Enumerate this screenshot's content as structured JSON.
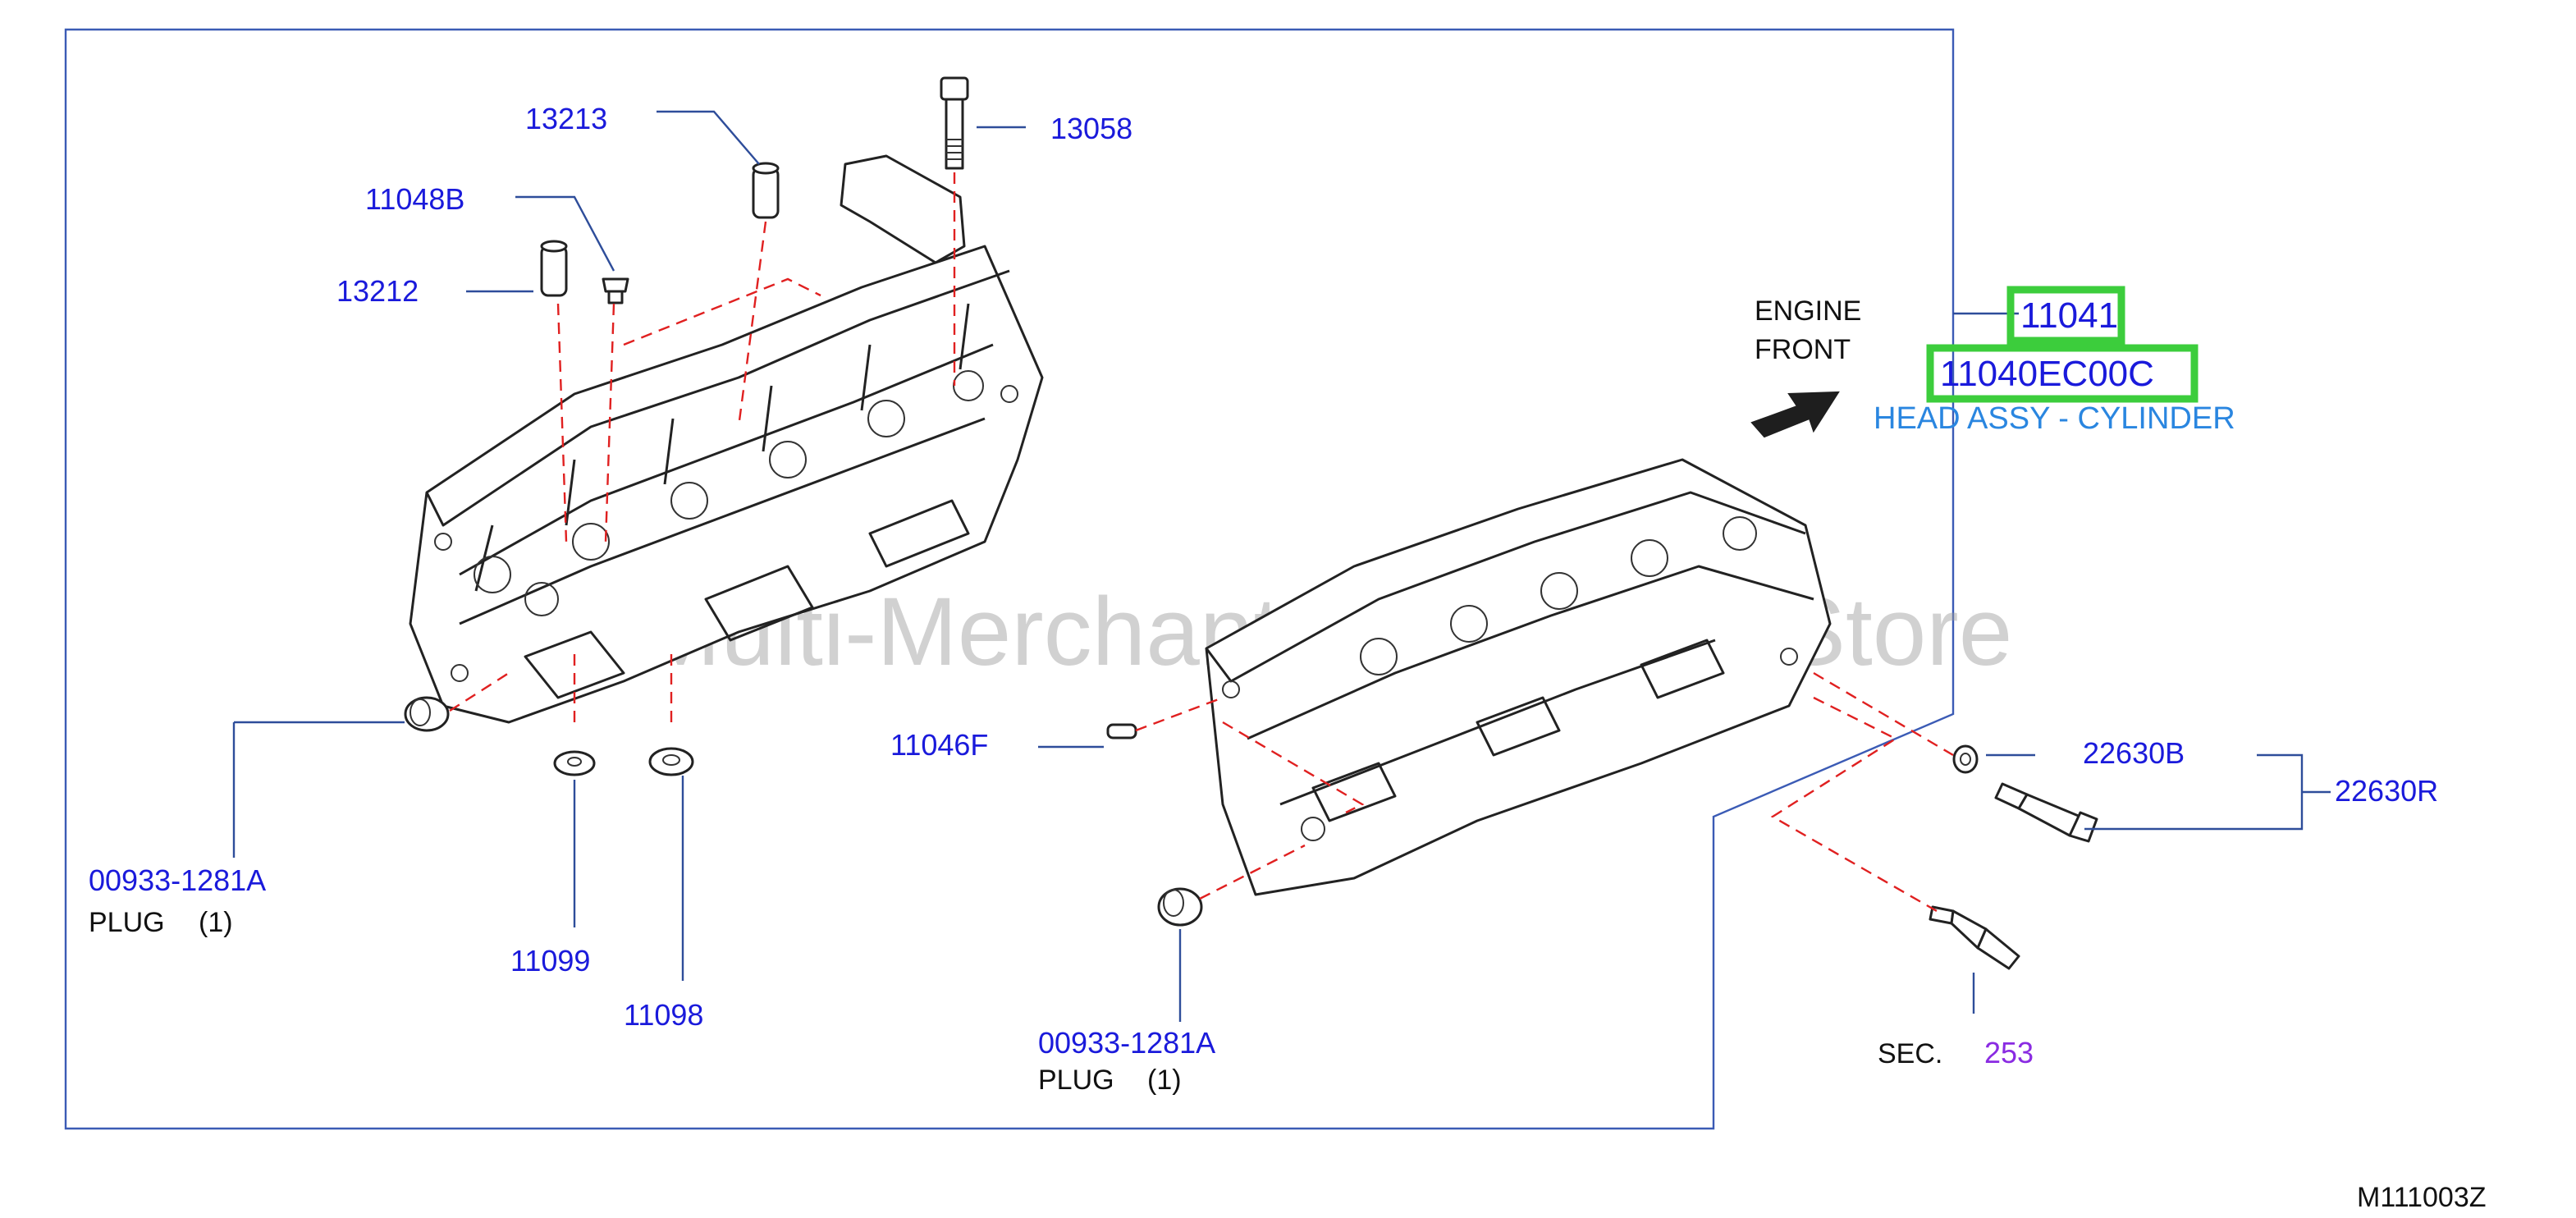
{
  "diagram_code": "M111003Z",
  "watermark": "Multi-Merchant Auto Parts Store",
  "direction": {
    "line1": "ENGINE",
    "line2": "FRONT"
  },
  "main_part": {
    "number": "11041",
    "part_code": "11040EC00C",
    "description": "HEAD ASSY - CYLINDER"
  },
  "parts": {
    "p13213": "13213",
    "p13058": "13058",
    "p11048B": "11048B",
    "p13212": "13212",
    "p11046F": "11046F",
    "p22630B": "22630B",
    "p22630R": "22630R",
    "p11099": "11099",
    "p11098": "11098",
    "plug_left": {
      "number": "00933-1281A",
      "label": "PLUG",
      "qty": "(1)"
    },
    "plug_center": {
      "number": "00933-1281A",
      "label": "PLUG",
      "qty": "(1)"
    },
    "sec": {
      "label": "SEC.",
      "number": "253"
    }
  },
  "colors": {
    "part_number": "#1a1adb",
    "highlight": "#3ccd3c",
    "dashed": "#e02020",
    "description": "#2a86e0"
  }
}
